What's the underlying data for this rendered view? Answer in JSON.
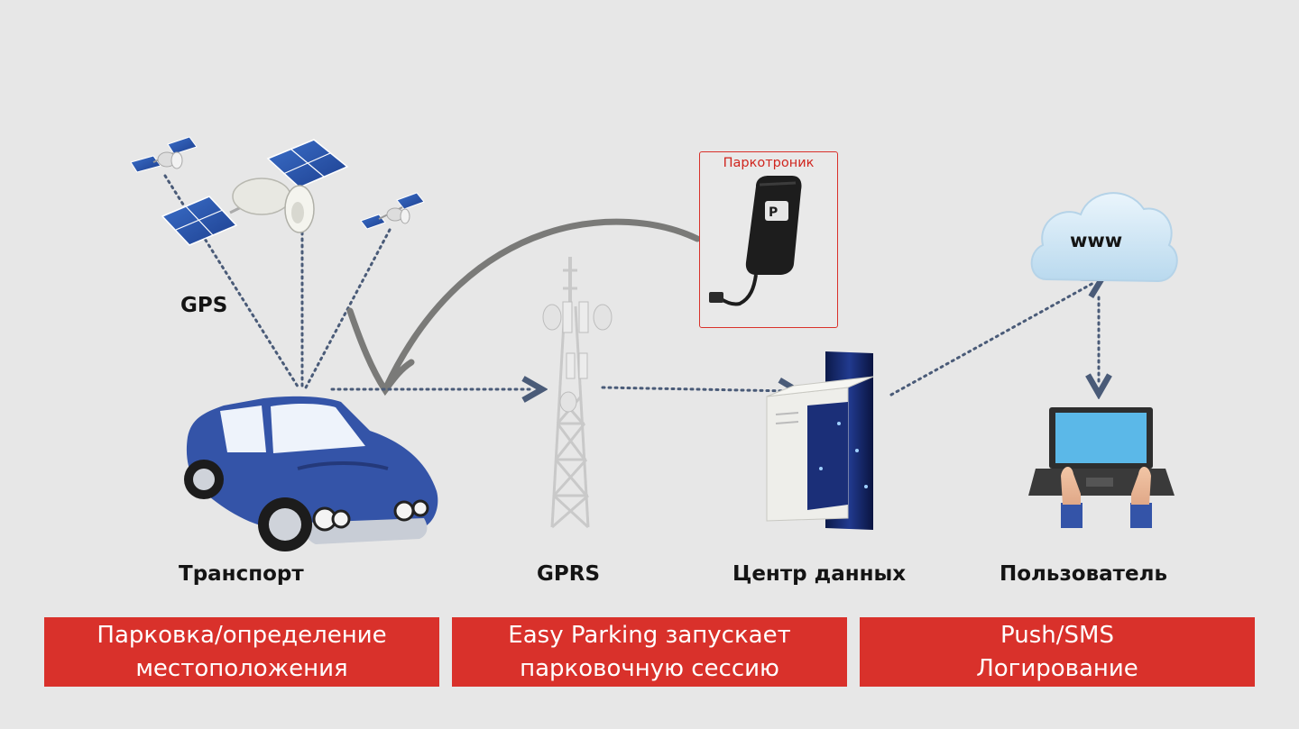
{
  "labels": {
    "gps": "GPS",
    "transport": "Транспорт",
    "gprs": "GPRS",
    "datacenter": "Центр данных",
    "user": "Пользователь",
    "www": "www",
    "device": "Паркотроник"
  },
  "bars": [
    {
      "line1": "Парковка/определение",
      "line2": "местоположения"
    },
    {
      "line1": "Easy Parking запускает",
      "line2": "парковочную сессию"
    },
    {
      "line1": "Push/SMS",
      "line2": "Логирование"
    }
  ],
  "colors": {
    "background": "#e7e7e7",
    "accent_red": "#d9312b",
    "car_blue": "#3454a8",
    "dotted_line": "#4a5b78",
    "arrow_gray": "#7a7a78",
    "cloud": "#cfe6f5"
  }
}
